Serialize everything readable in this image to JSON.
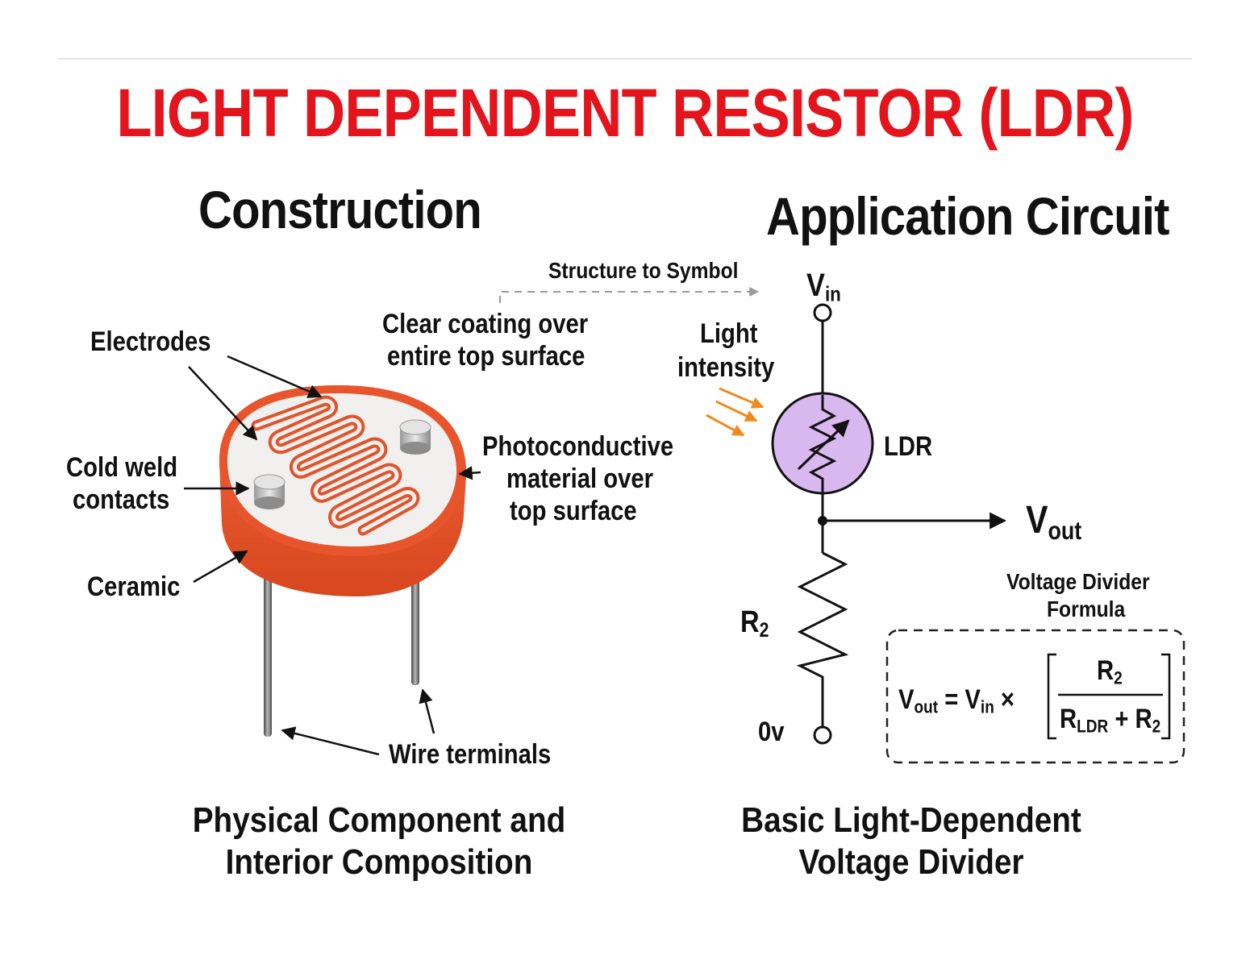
{
  "title": "LIGHT DEPENDENT RESISTOR (LDR)",
  "sections": {
    "left": "Construction",
    "right": "Application Circuit"
  },
  "construction": {
    "labels": {
      "electrodes": "Electrodes",
      "cold_weld": [
        "Cold weld",
        "contacts"
      ],
      "ceramic": "Ceramic",
      "clear_coating": [
        "Clear coating over",
        "entire top surface"
      ],
      "photoconductive": [
        "Photoconductive",
        "material over",
        "top surface"
      ],
      "wire_terminals": "Wire terminals"
    },
    "caption": [
      "Physical Component and",
      "Interior Composition"
    ]
  },
  "link_label": "Structure to Symbol",
  "circuit": {
    "vin": {
      "main": "V",
      "sub": "in"
    },
    "light": [
      "Light",
      "intensity"
    ],
    "ldr": "LDR",
    "vout": {
      "main": "V",
      "sub": "out"
    },
    "r2": {
      "main": "R",
      "sub": "2"
    },
    "ground": "0v",
    "formula_title": [
      "Voltage Divider",
      "Formula"
    ],
    "formula": {
      "vout_main": "V",
      "vout_sub": "out",
      "eq": "=",
      "vin_main": "V",
      "vin_sub": "in",
      "times": "×",
      "num_main": "R",
      "num_sub": "2",
      "den_ldr_main": "R",
      "den_ldr_sub": "LDR",
      "plus": "+",
      "den_r2_main": "R",
      "den_r2_sub": "2"
    },
    "caption": [
      "Basic Light-Dependent",
      "Voltage Divider"
    ]
  },
  "colors": {
    "title": "#e3141b",
    "ceramic": "#e8542c",
    "ldr_fill": "#d9b8f0",
    "light_arrows": "#f08a1c",
    "link_arrow": "#9a9a9a"
  }
}
